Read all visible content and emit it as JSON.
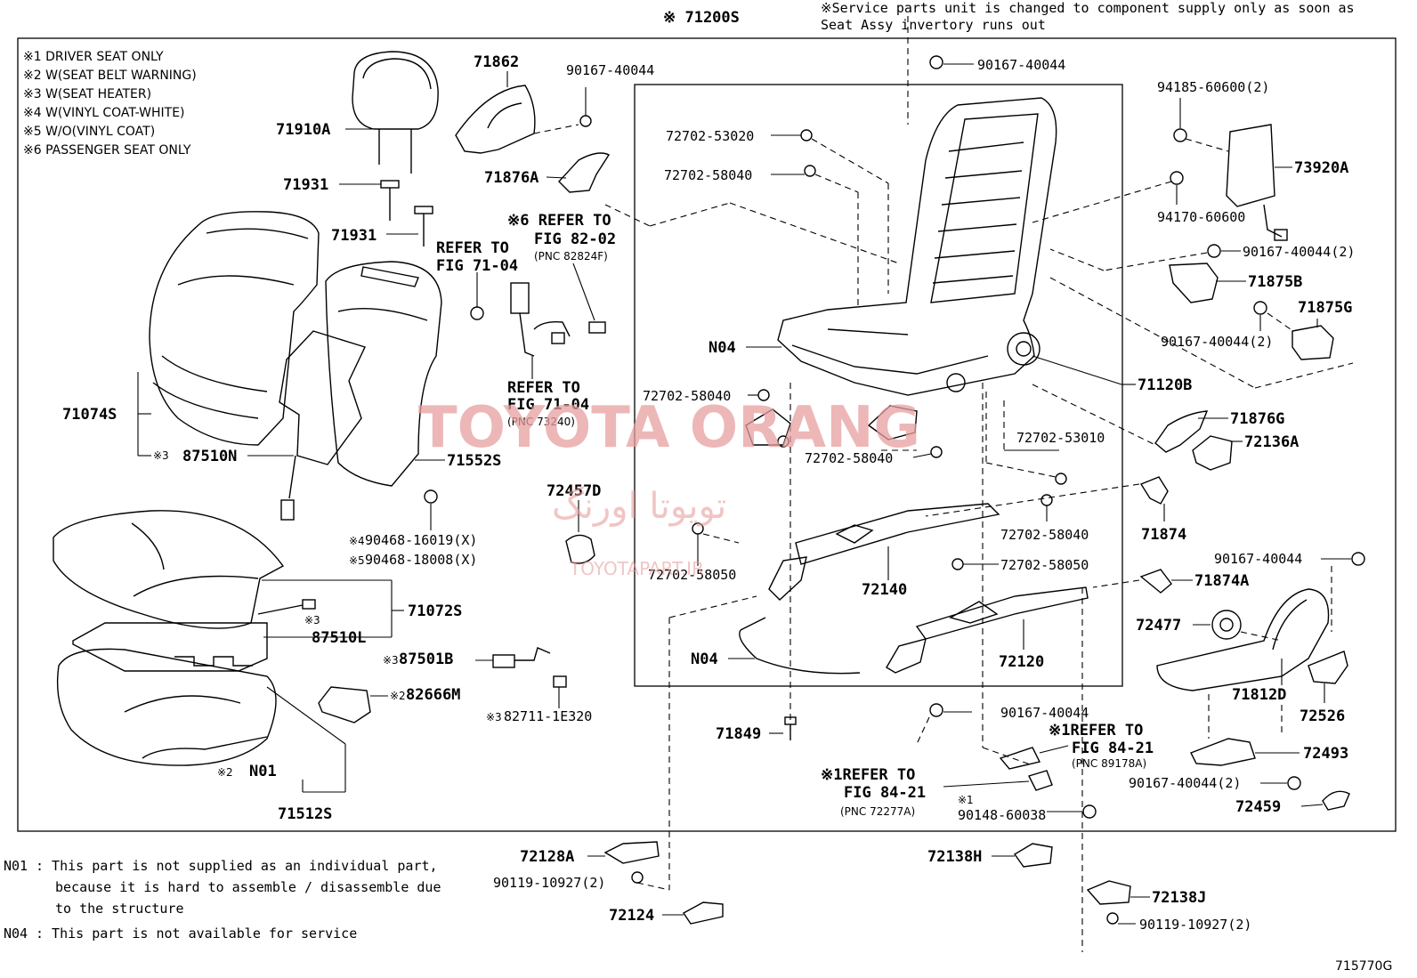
{
  "header": {
    "assy_label": "※ 71200S",
    "service_note_line1": "※Service parts unit is changed to component supply only as soon as",
    "service_note_line2": "Seat Assy invertory runs out"
  },
  "legend": [
    "※1 DRIVER SEAT ONLY",
    "※2 W(SEAT BELT WARNING)",
    "※3 W(SEAT HEATER)",
    "※4 W(VINYL COAT-WHITE)",
    "※5 W/O(VINYL COAT)",
    "※6 PASSENGER SEAT ONLY"
  ],
  "parts": {
    "p71910A": "71910A",
    "p71931a": "71931",
    "p71931b": "71931",
    "p71074S": "71074S",
    "p87510N": "87510N",
    "p71552S": "71552S",
    "p71862": "71862",
    "p90167_40044_a": "90167-40044",
    "p71876A": "71876A",
    "p72457D": "72457D",
    "p71072S": "71072S",
    "p87510L": "87510L",
    "p87501B": "87501B",
    "p82666M": "82666M",
    "p82711": "82711-1E320",
    "pN01": "N01",
    "p71512S": "71512S",
    "p90468a": "90468-16019(X)",
    "p90468b": "90468-18008(X)",
    "p72702_53020": "72702-53020",
    "p72702_58040_a": "72702-58040",
    "pN04a": "N04",
    "p72702_58040_b": "72702-58040",
    "p72702_58040_c": "72702-58040",
    "p72702_53010": "72702-53010",
    "p72702_58040_d": "72702-58040",
    "p72702_58050_a": "72702-58050",
    "p72702_58050_b": "72702-58050",
    "p72140": "72140",
    "p72120": "72120",
    "pN04b": "N04",
    "p71120B": "71120B",
    "p90167_40044_b": "90167-40044",
    "p94185": "94185-60600(2)",
    "p73920A": "73920A",
    "p94170": "94170-60600",
    "p90167_40044_2a": "90167-40044(2)",
    "p71875B": "71875B",
    "p71875G": "71875G",
    "p90167_40044_2b": "90167-40044(2)",
    "p71876G": "71876G",
    "p72136A": "72136A",
    "p71874": "71874",
    "p90167_40044_c": "90167-40044",
    "p71874A": "71874A",
    "p72477": "72477",
    "p71812D": "71812D",
    "p72526": "72526",
    "p90167_40044_d": "90167-40044",
    "p72493": "72493",
    "p90167_40044_2c": "90167-40044(2)",
    "p72459": "72459",
    "p71849": "71849",
    "p90148": "90148-60038",
    "p72128A": "72128A",
    "p90119_a": "90119-10927(2)",
    "p72124": "72124",
    "p72138H": "72138H",
    "p72138J": "72138J",
    "p90119_b": "90119-10927(2)"
  },
  "marks": {
    "m3a": "※3",
    "m4": "※4",
    "m5": "※5",
    "m3b": "※3",
    "m3c": "※3",
    "m2a": "※2",
    "m3d": "※3",
    "m2b": "※2",
    "m1": "※1"
  },
  "refs": {
    "r6_l1": "※6 REFER TO",
    "r6_l2": "FIG 82-02",
    "r6_l3": "(PNC 82824F)",
    "ra_l1": "REFER TO",
    "ra_l2": "FIG 71-04",
    "rb_l1": "REFER TO",
    "rb_l2": "FIG 71-04",
    "rb_l3": "(PNC 73240)",
    "rc_l1": "※1REFER TO",
    "rc_l2": "FIG 84-21",
    "rc_l3": "(PNC 89178A)",
    "rd_l1": "※1REFER TO",
    "rd_l2": "FIG 84-21",
    "rd_l3": "(PNC 72277A)"
  },
  "footnotes": {
    "n01_code": "N01",
    "n01_l1": ": This part is not supplied as an individual part,",
    "n01_l2": "because it is hard to assemble / disassemble due",
    "n01_l3": "to the structure",
    "n04_code": "N04",
    "n04_l1": ": This part is not available for service"
  },
  "figure_id": "715770G",
  "watermark": {
    "main": "TOYOTA ORANG",
    "arabic": "تویوتا اورنگ",
    "site": "TOYOTAPART.IR"
  }
}
